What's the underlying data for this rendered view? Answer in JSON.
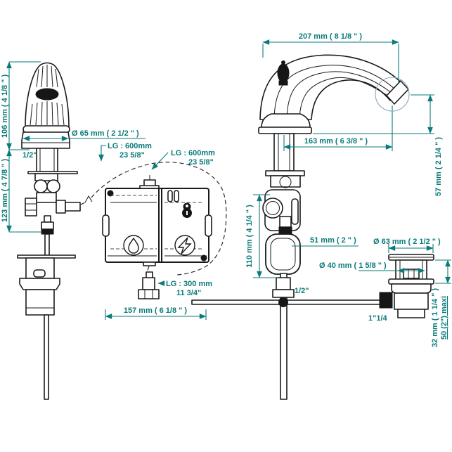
{
  "drawing_title": "deck-mounted electronic basin faucet dimensional drawing",
  "colors": {
    "dimension": "#0a7a7a",
    "line": "#1a1a1a",
    "background": "#ffffff",
    "detail_circle": "#8aa5bd",
    "dark_fill": "#161616"
  },
  "left_faucet": {
    "height_upper": "106 mm ( 4 1/8 \" )",
    "height_lower": "123 mm ( 4 7/8 \" )",
    "thread": "1/2\"",
    "base_diameter": "Ø 65 mm ( 2 1/2 \" )"
  },
  "control_box": {
    "cable_left_line1": "LG : 600mm",
    "cable_left_line2": "23 5/8\"",
    "cable_right_line1": "LG : 600mm",
    "cable_right_line2": "23 5/8\"",
    "cable_bottom_line1": "LG : 300 mm",
    "cable_bottom_line2": "11 3/4\"",
    "box_width": "157 mm ( 6 1/8 \" )",
    "icons": {
      "left_compartment": "water-drop-icon",
      "right_compartment": "lightning-bolt-icon",
      "top_right": "keyhole-icon"
    }
  },
  "spout": {
    "reach_total": "207 mm ( 8 1/8 \" )",
    "reach_outlet": "163 mm ( 6 3/8 \" )",
    "outlet_height": "57 mm ( 2 1/4 \" )",
    "valve_height": "110 mm ( 4 1/4 \" )",
    "valve_depth": "51 mm ( 2 \" )",
    "supply_thread": "1/2\""
  },
  "drain": {
    "flange_diameter": "Ø 63 mm ( 2 1/2 \" )",
    "body_diameter": "Ø 40 mm ( 1 5/8 \" )",
    "outlet_thread": "1\"1/4",
    "deck_thickness": "32 mm ( 1 1/4 \" )",
    "deck_thickness_max": "50 (2\") maxi"
  }
}
